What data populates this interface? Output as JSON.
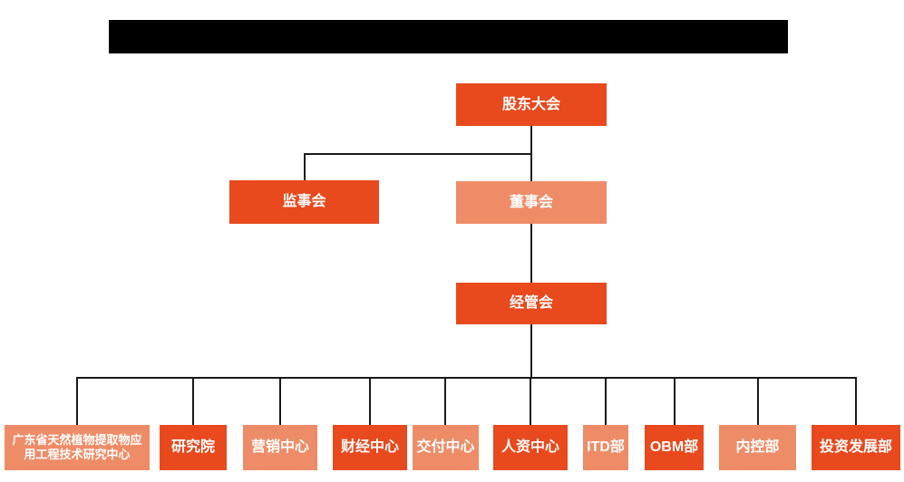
{
  "palette": {
    "primary_orange": "#e8491d",
    "light_orange": "#ee8c67",
    "node_text": "#ffffff",
    "connector": "#1a1a1a",
    "redaction_bar": "#000000",
    "background": "#ffffff"
  },
  "org_chart": {
    "root": {
      "label": "股东大会",
      "variant": "primary"
    },
    "supervisory": {
      "label": "监事会",
      "variant": "primary"
    },
    "board": {
      "label": "董事会",
      "variant": "light"
    },
    "management": {
      "label": "经管会",
      "variant": "primary"
    },
    "departments": [
      {
        "lines": [
          "广东省天然植物提取物应",
          "用工程技术研究中心"
        ],
        "variant": "light"
      },
      {
        "label": "研究院",
        "variant": "primary"
      },
      {
        "label": "营销中心",
        "variant": "light"
      },
      {
        "label": "财经中心",
        "variant": "primary"
      },
      {
        "label": "交付中心",
        "variant": "light"
      },
      {
        "label": "人资中心",
        "variant": "primary"
      },
      {
        "label": "ITD部",
        "variant": "light"
      },
      {
        "label": "OBM部",
        "variant": "primary"
      },
      {
        "label": "内控部",
        "variant": "light"
      },
      {
        "label": "投资发展部",
        "variant": "primary"
      }
    ]
  }
}
